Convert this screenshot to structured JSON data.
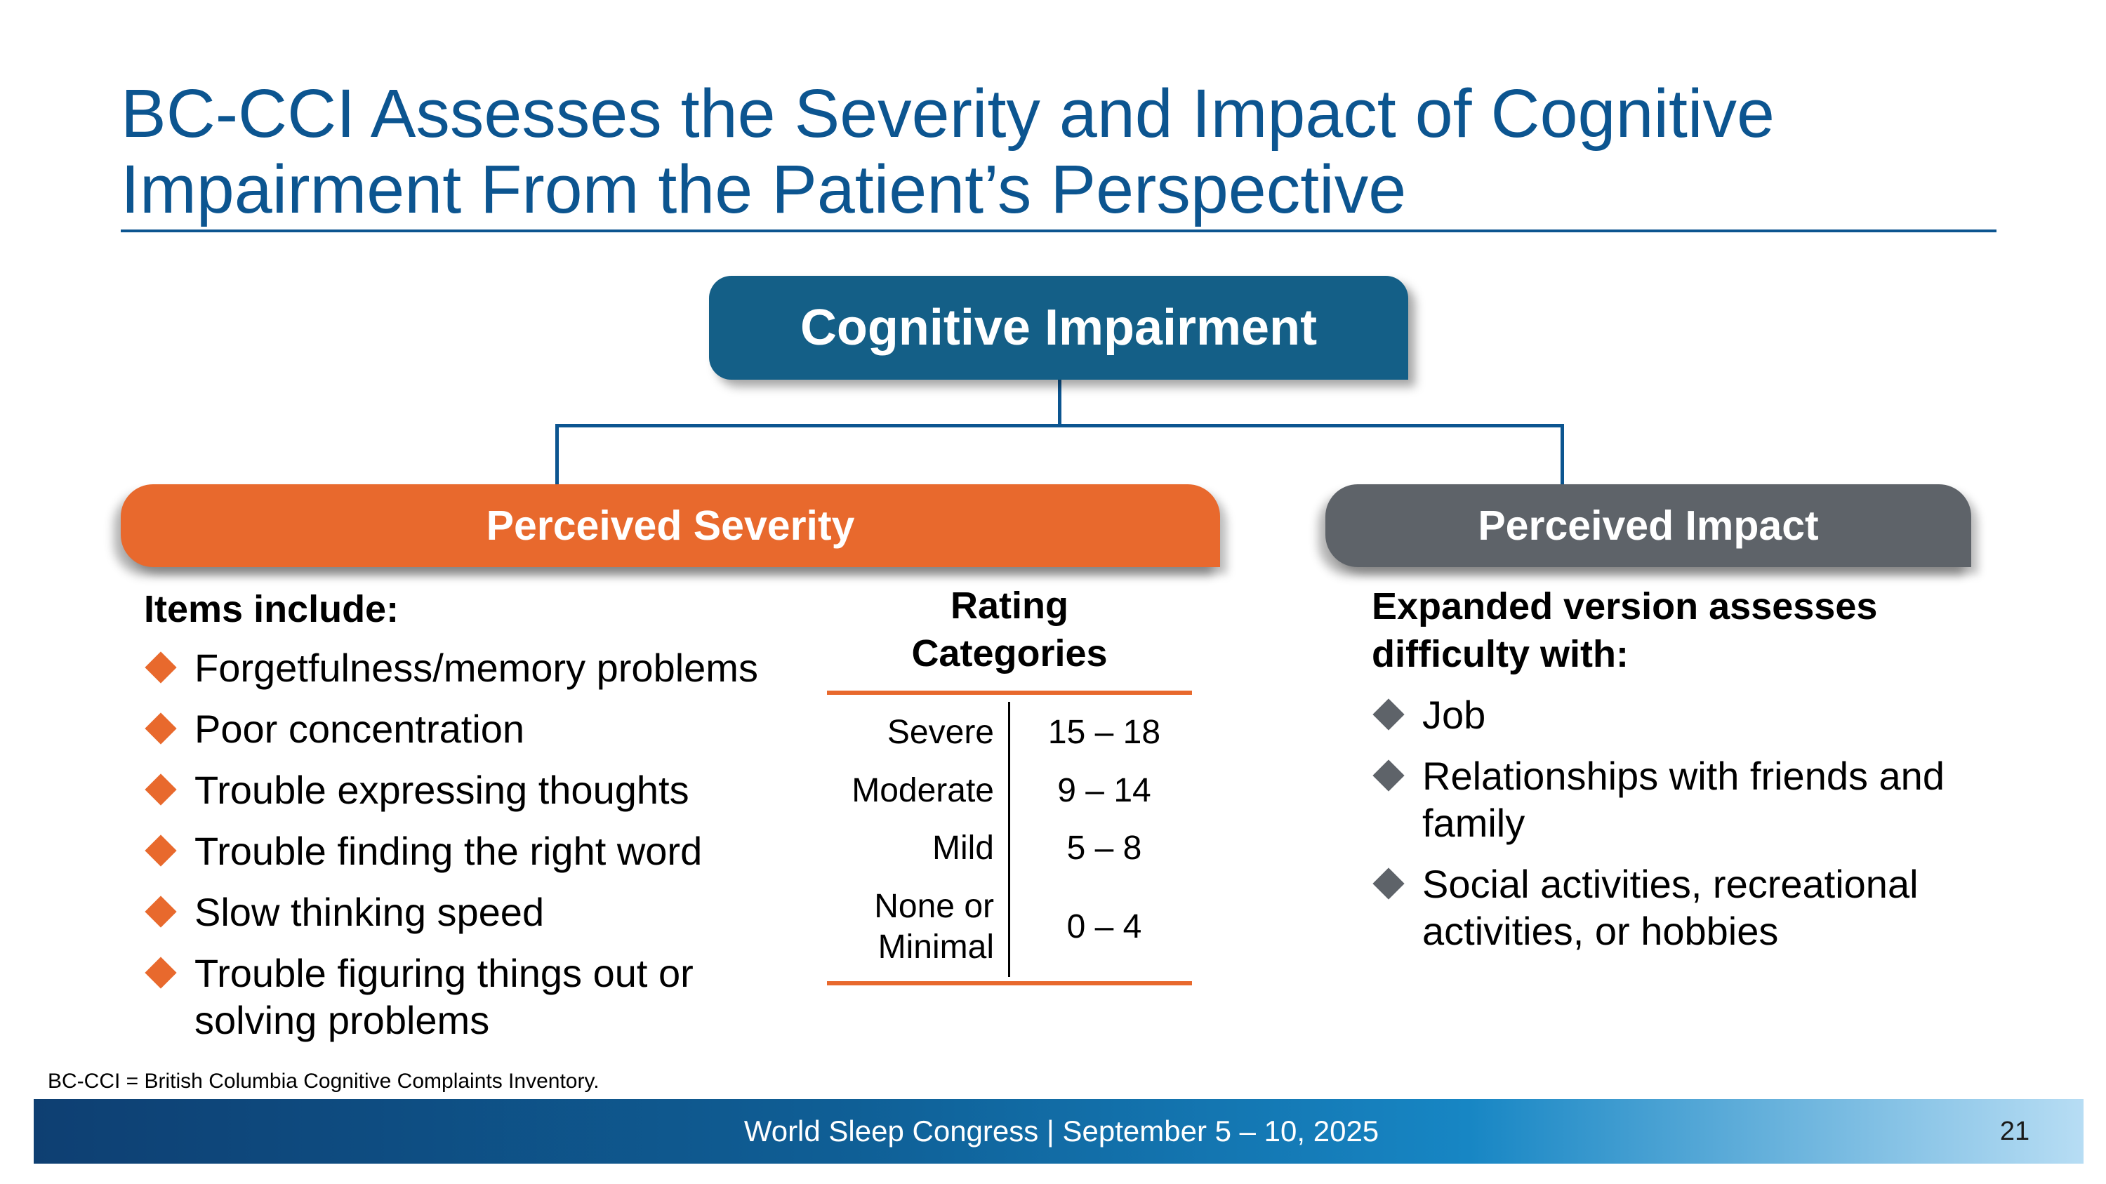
{
  "slide": {
    "title_lines": [
      "BC-CCI Assesses the Severity and Impact of Cognitive",
      "Impairment From the Patient’s Perspective"
    ]
  },
  "diagram": {
    "top_label": "Cognitive Impairment",
    "left_label": "Perceived Severity",
    "right_label": "Perceived Impact"
  },
  "severity": {
    "header": "Items include:",
    "items": [
      "Forgetfulness/memory problems",
      "Poor concentration",
      "Trouble expressing thoughts",
      "Trouble finding the right word",
      "Slow thinking speed",
      "Trouble figuring things out or solving problems"
    ]
  },
  "rating": {
    "title_lines": [
      "Rating",
      "Categories"
    ],
    "rows": [
      {
        "category": "Severe",
        "range": "15 – 18"
      },
      {
        "category": "Moderate",
        "range": "9 – 14"
      },
      {
        "category": "Mild",
        "range": "5 – 8"
      },
      {
        "category_lines": [
          "None or",
          "Minimal"
        ],
        "range": "0 – 4"
      }
    ]
  },
  "impact": {
    "header": "Expanded version assesses difficulty with:",
    "items": [
      "Job",
      "Relationships with friends and family",
      "Social activities, recreational activities, or hobbies"
    ]
  },
  "footnote": "BC-CCI = British Columbia Cognitive Complaints Inventory.",
  "footer": {
    "text": "World Sleep Congress | September 5 – 10, 2025",
    "page_number": "21"
  },
  "colors": {
    "title_blue": "#0c5590",
    "top_box": "#145f87",
    "severity_orange": "#e8692d",
    "impact_gray": "#5e6369"
  }
}
